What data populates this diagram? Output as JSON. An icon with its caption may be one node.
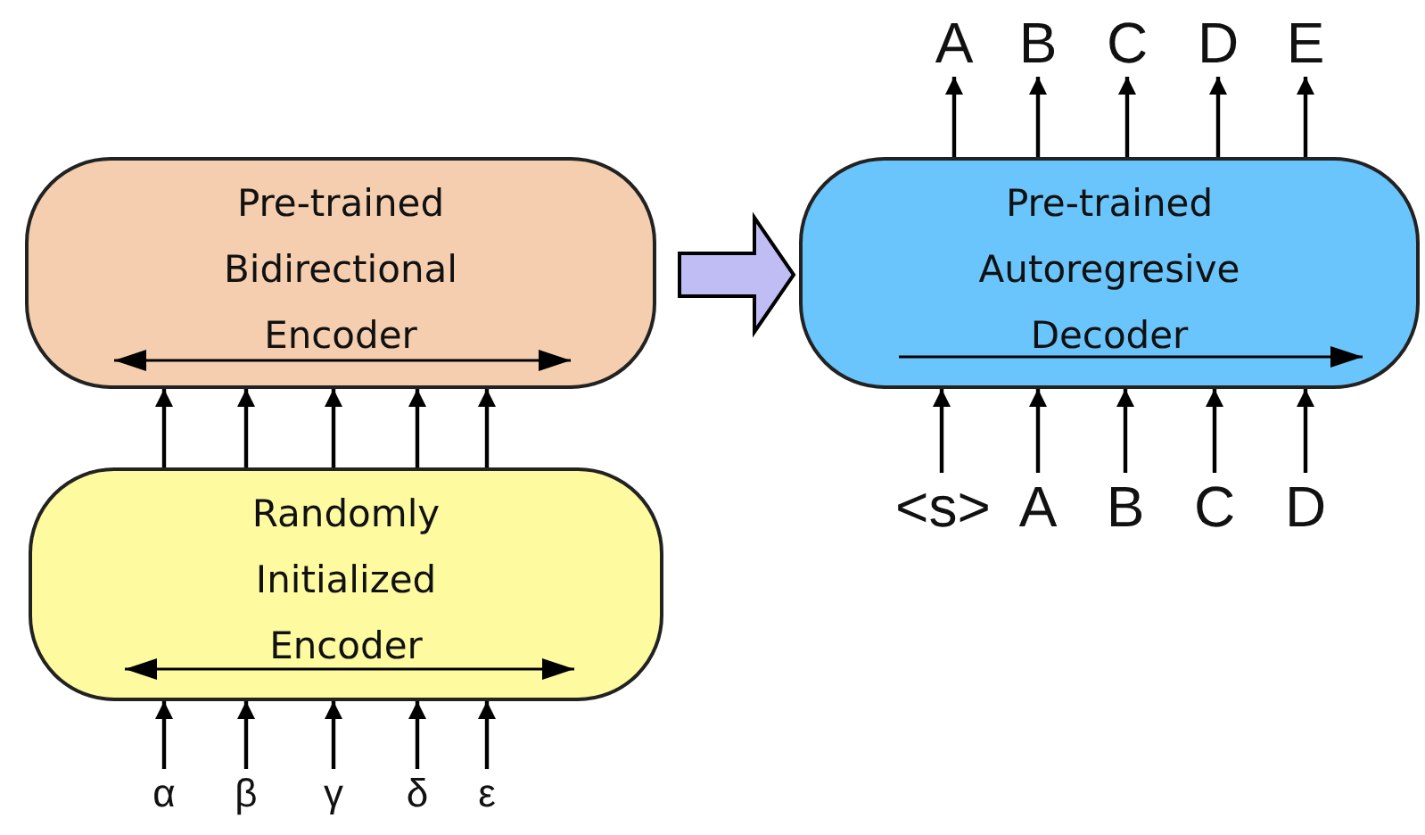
{
  "diagram": {
    "nodes": [
      {
        "text": [
          "Pre-trained Bidirectional Encoder"
        ]
      },
      {
        "text": [
          "Randomly Initialized Encoder"
        ]
      },
      {
        "text": [
          "Pre-trained Autoregresive Decoder"
        ]
      },
      {
        "text": [
          "α"
        ]
      },
      {
        "text": [
          "β"
        ]
      },
      {
        "text": [
          "γ"
        ]
      },
      {
        "text": [
          "δ"
        ]
      },
      {
        "text": [
          "ε"
        ]
      },
      {
        "text": [
          "<s>"
        ]
      },
      {
        "text": [
          "A"
        ]
      },
      {
        "text": [
          "B"
        ]
      },
      {
        "text": [
          "C"
        ]
      },
      {
        "text": [
          "D"
        ]
      },
      {
        "text": [
          "A"
        ]
      },
      {
        "text": [
          "B"
        ]
      },
      {
        "text": [
          "C"
        ]
      },
      {
        "text": [
          "D"
        ]
      },
      {
        "text": [
          "E"
        ]
      }
    ],
    "edges": [
      {
        "from": 3,
        "to": 1,
        "arrow": "to"
      },
      {
        "from": 4,
        "to": 1,
        "arrow": "to"
      },
      {
        "from": 5,
        "to": 1,
        "arrow": "to"
      },
      {
        "from": 6,
        "to": 1,
        "arrow": "to"
      },
      {
        "from": 7,
        "to": 1,
        "arrow": "to"
      },
      {
        "from": 1,
        "to": 0,
        "arrow": "to"
      },
      {
        "from": 1,
        "to": 0,
        "arrow": "to"
      },
      {
        "from": 1,
        "to": 0,
        "arrow": "to"
      },
      {
        "from": 1,
        "to": 0,
        "arrow": "to"
      },
      {
        "from": 1,
        "to": 0,
        "arrow": "to"
      },
      {
        "from": 0,
        "to": 2,
        "arrow": "to",
        "style": "thick",
        "color": "#c0bdf5"
      },
      {
        "from": 8,
        "to": 2,
        "arrow": "to"
      },
      {
        "from": 9,
        "to": 2,
        "arrow": "to"
      },
      {
        "from": 10,
        "to": 2,
        "arrow": "to"
      },
      {
        "from": 11,
        "to": 2,
        "arrow": "to"
      },
      {
        "from": 12,
        "to": 2,
        "arrow": "to"
      },
      {
        "from": 2,
        "to": 13,
        "arrow": "to"
      },
      {
        "from": 2,
        "to": 14,
        "arrow": "to"
      },
      {
        "from": 2,
        "to": 15,
        "arrow": "to"
      },
      {
        "from": 2,
        "to": 16,
        "arrow": "to"
      },
      {
        "from": 2,
        "to": 17,
        "arrow": "to"
      }
    ]
  }
}
